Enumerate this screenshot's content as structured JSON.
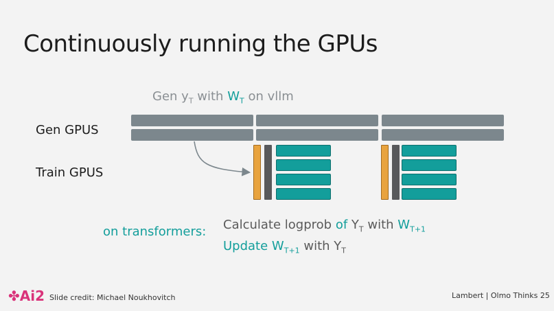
{
  "slide": {
    "title": "Continuously running the GPUs",
    "gen_caption": {
      "prefix": "Gen y",
      "sub1": "T",
      "mid": " with ",
      "w": "W",
      "sub2": "T",
      "suffix": " on vllm"
    },
    "gen_label": "Gen GPUS",
    "train_label": "Train GPUS",
    "transformers_label": "on transformers:",
    "line1": {
      "text": "Calculate logprob ",
      "of": "of",
      "y": " Y",
      "ysub": "T",
      "with": " with ",
      "w": "W",
      "wsub": "T+1"
    },
    "line2": {
      "update": "Update W",
      "wsub": "T+1",
      "with": " with Y",
      "ysub": "T"
    },
    "footer": {
      "logo": "Ai2",
      "credit": "Slide credit: Michael Noukhovitch",
      "right": "Lambert | Olmo Thinks  25"
    }
  },
  "colors": {
    "gen_bar": "#7c878d",
    "orange": "#e8a33e",
    "dark": "#58595b",
    "teal": "#139e9b",
    "logo": "#d9337a"
  }
}
